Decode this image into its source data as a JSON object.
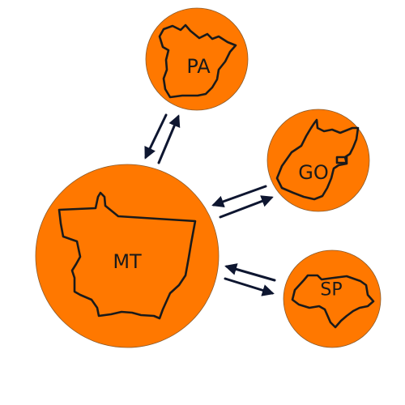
{
  "colors": {
    "node_fill": "#ff7800",
    "outline": "#1a1a1a",
    "arrow": "#0e1630",
    "background": "#ffffff"
  },
  "nodes": {
    "mt": {
      "label": "MT"
    },
    "pa": {
      "label": "PA"
    },
    "go": {
      "label": "GO"
    },
    "sp": {
      "label": "SP"
    }
  },
  "connections": [
    {
      "between": [
        "MT",
        "PA"
      ],
      "direction": "bidirectional"
    },
    {
      "between": [
        "MT",
        "GO"
      ],
      "direction": "bidirectional"
    },
    {
      "between": [
        "MT",
        "SP"
      ],
      "direction": "bidirectional"
    }
  ]
}
